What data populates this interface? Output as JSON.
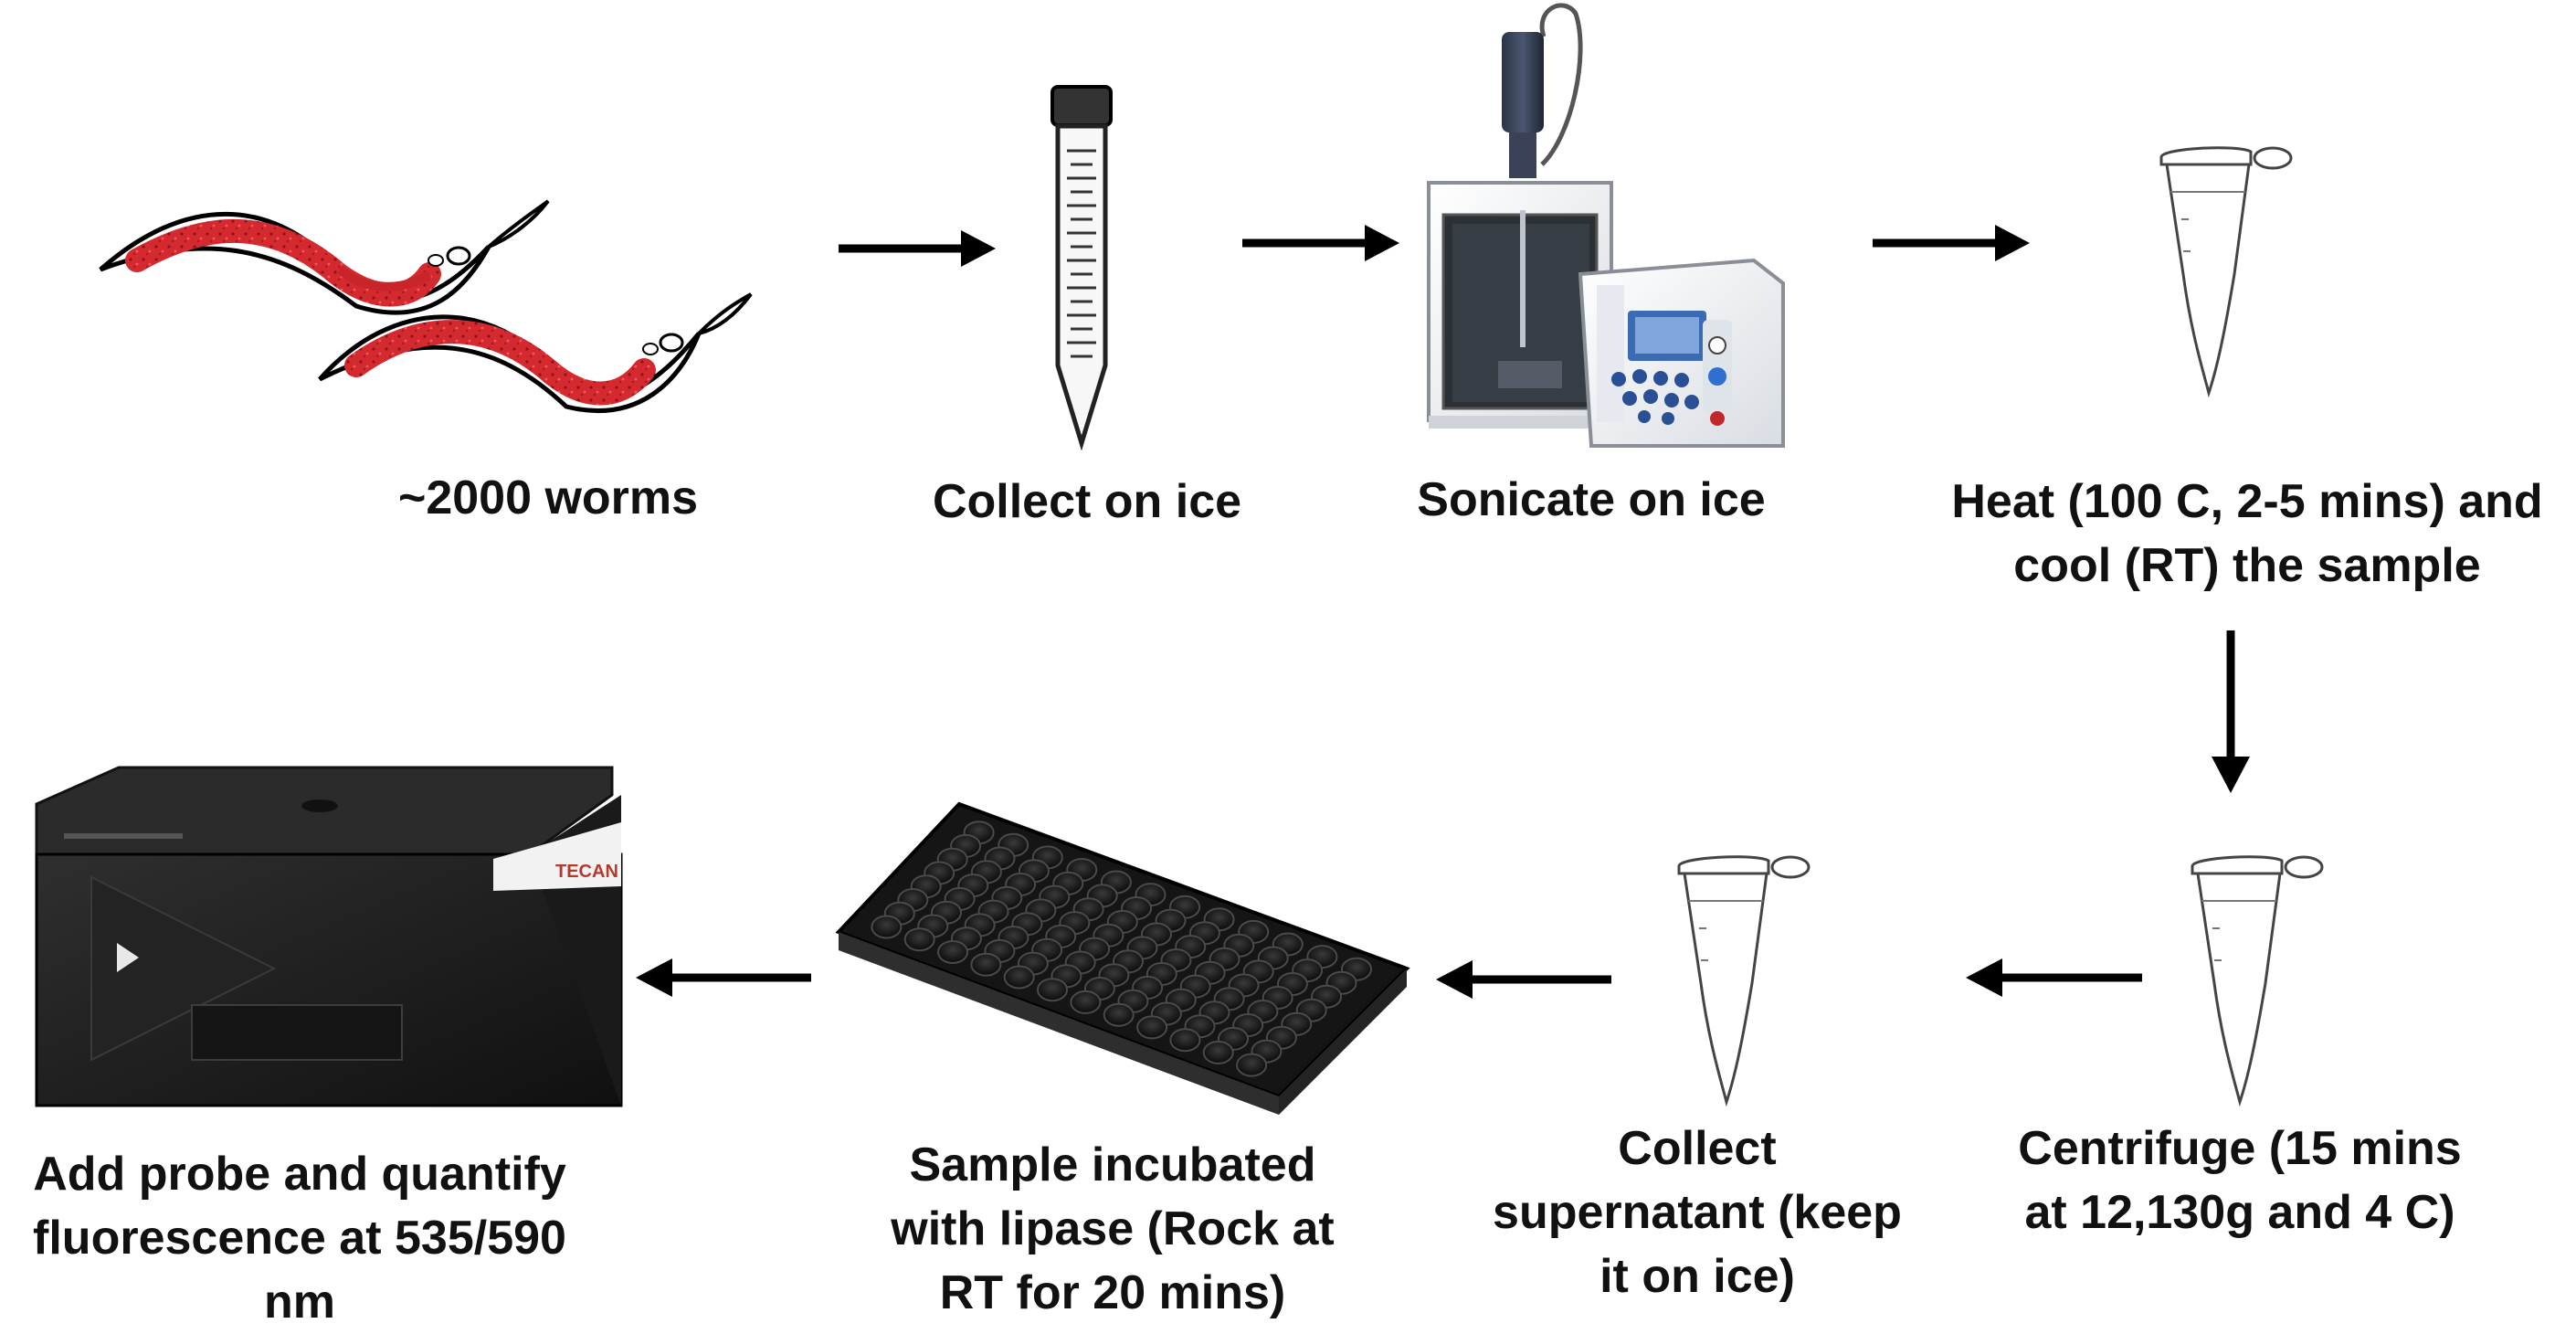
{
  "steps": {
    "worms": {
      "lines": [
        "~2000 worms"
      ]
    },
    "collect_ice": {
      "lines": [
        "Collect on ice"
      ]
    },
    "sonicate": {
      "lines": [
        "Sonicate on ice"
      ]
    },
    "heat": {
      "lines": [
        "Heat (100  C, 2-5 mins) and",
        "cool (RT) the sample"
      ]
    },
    "centrifuge": {
      "lines": [
        "Centrifuge (15 mins",
        "at 12,130g and 4  C)"
      ]
    },
    "supernatant": {
      "lines": [
        "Collect",
        "supernatant (keep",
        "it on ice)"
      ]
    },
    "lipase": {
      "lines": [
        "Sample incubated",
        "with lipase (Rock at",
        "RT for 20 mins)"
      ]
    },
    "fluorescence": {
      "lines": [
        "Add probe and quantify",
        "fluorescence at 535/590",
        "nm"
      ]
    }
  },
  "device_text": {
    "reader_brand": "TECAN"
  },
  "colors": {
    "worm_fill": "#d42a2f",
    "arrow": "#000000",
    "device_dark": "#1c1c1c",
    "device_light": "#eef2f7"
  }
}
